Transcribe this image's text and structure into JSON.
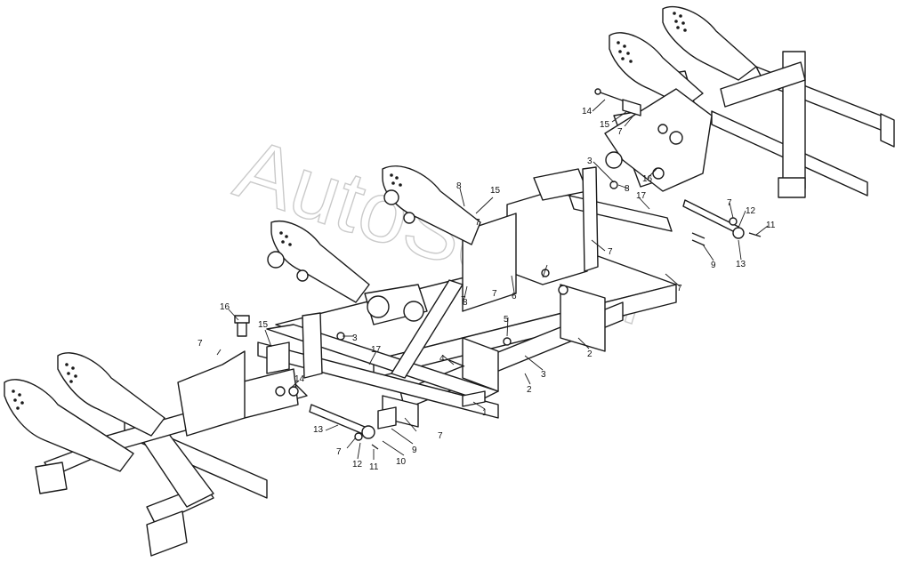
{
  "watermark": "AutoSoft.ru",
  "callouts": [
    "1",
    "2",
    "3",
    "4",
    "5",
    "6",
    "7",
    "8",
    "9",
    "10",
    "11",
    "12",
    "13",
    "14",
    "15",
    "16",
    "17"
  ],
  "colors": {
    "ink": "#1a1a1a",
    "watermark": "#b9b9b9",
    "background": "#ffffff"
  }
}
